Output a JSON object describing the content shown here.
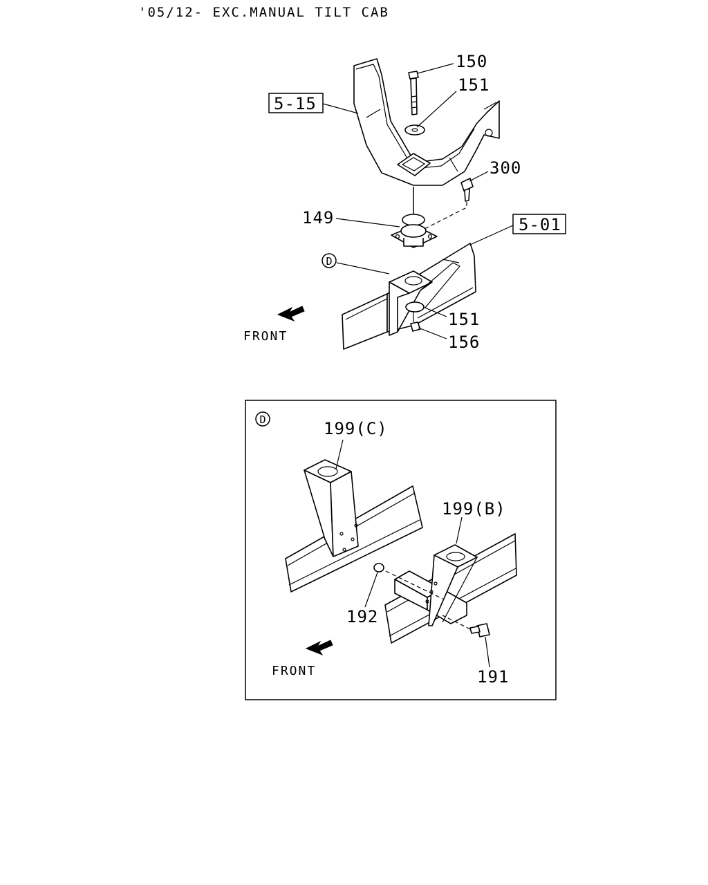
{
  "header": {
    "text": "'05/12- EXC.MANUAL TILT CAB"
  },
  "main": {
    "callouts": {
      "p150": "150",
      "p151_top": "151",
      "p300": "300",
      "p149": "149",
      "p151_bottom": "151",
      "p156": "156"
    },
    "ref_boxes": {
      "r515": "5-15",
      "r501": "5-01"
    },
    "detail_marker": "D",
    "front_label": "FRONT"
  },
  "detail": {
    "marker": "D",
    "callouts": {
      "p199c": "199(C)",
      "p199b": "199(B)",
      "p192": "192",
      "p191": "191"
    },
    "front_label": "FRONT"
  }
}
